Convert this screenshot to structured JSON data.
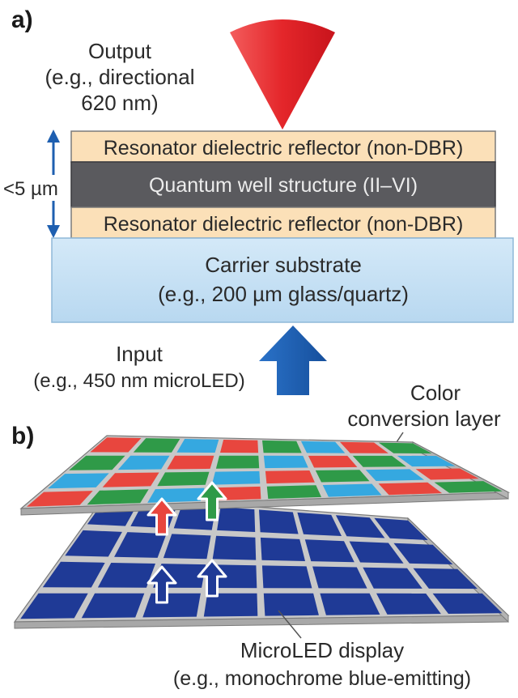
{
  "panel_a": {
    "label": "a)",
    "output": {
      "line1": "Output",
      "line2": "(e.g., directional",
      "line3": "620 nm)",
      "color": "#e8262a"
    },
    "thickness_label": "<5 µm",
    "layers": {
      "top_reflector": {
        "text": "Resonator dielectric reflector (non-DBR)",
        "fill": "#fbe0b8"
      },
      "quantum_well": {
        "text": "Quantum well structure (II–VI)",
        "fill": "#5a5a5e"
      },
      "bottom_reflector": {
        "text": "Resonator dielectric reflector (non-DBR)",
        "fill": "#fbe0b8"
      },
      "substrate": {
        "line1": "Carrier substrate",
        "line2": "(e.g., 200 µm glass/quartz)",
        "fill": "#c5e0f4"
      }
    },
    "input": {
      "line1": "Input",
      "line2": "(e.g., 450 nm microLED)",
      "color": "#1e5fb0"
    }
  },
  "panel_b": {
    "label": "b)",
    "top_label": {
      "line1": "Color",
      "line2": "conversion layer"
    },
    "bottom_label": {
      "line1": "MicroLED display",
      "line2": "(e.g., monochrome blue-emitting)"
    },
    "colors": {
      "red": "#e8463e",
      "green": "#2f9a48",
      "blue_cell": "#35a8e0",
      "display_blue": "#1f3a96"
    },
    "top_grid_pattern": [
      [
        "R",
        "G",
        "B",
        "R",
        "G",
        "B",
        "R",
        "G"
      ],
      [
        "G",
        "B",
        "R",
        "G",
        "B",
        "R",
        "G",
        "B"
      ],
      [
        "B",
        "R",
        "G",
        "B",
        "R",
        "G",
        "B",
        "R"
      ],
      [
        "R",
        "G",
        "B",
        "R",
        "G",
        "B",
        "R",
        "G"
      ]
    ]
  }
}
